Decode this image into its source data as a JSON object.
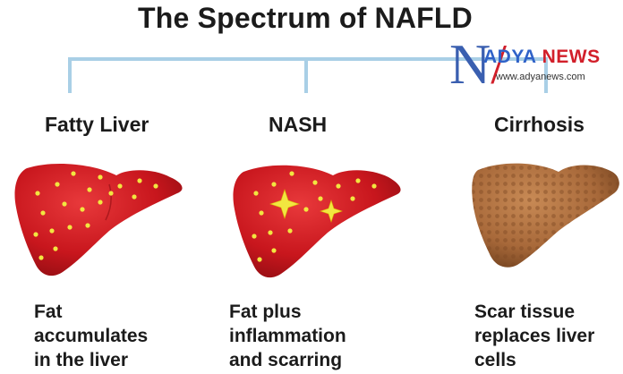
{
  "title": "The Spectrum of NAFLD",
  "stages": [
    {
      "label": "Fatty Liver",
      "description": [
        "Fat",
        "accumulates",
        "in the liver"
      ]
    },
    {
      "label": "NASH",
      "description": [
        "Fat plus",
        "inflammation",
        "and scarring"
      ]
    },
    {
      "label": "Cirrhosis",
      "description": [
        "Scar tissue",
        "replaces liver",
        "cells"
      ]
    }
  ],
  "watermark": {
    "word_a": "ADYA",
    "word_b": "NEWS",
    "url": "www.adyanews.com"
  },
  "colors": {
    "connector": "#a9cfe6",
    "liver_red": "#c8161d",
    "fat_dot": "#f2e640",
    "cirrhosis_brown": "#a8693a",
    "text": "#1b1b1b"
  }
}
